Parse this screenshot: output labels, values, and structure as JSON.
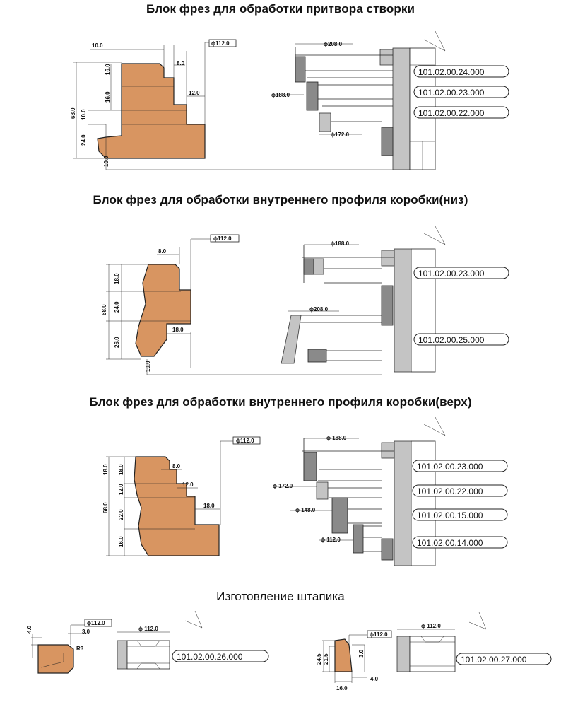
{
  "sections": [
    {
      "title": "Блок фрез для обработки притвора створки",
      "dims": [
        "10.0",
        "8.0",
        "16.0",
        "16.0",
        "12.0",
        "10.0",
        "68.0",
        "24.0",
        "10.0"
      ],
      "diameters": [
        "ϕ112.0",
        "ϕ208.0",
        "ϕ188.0",
        "ϕ172.0"
      ],
      "codes": [
        "101.02.00.24.000",
        "101.02.00.23.000",
        "101.02.00.22.000"
      ]
    },
    {
      "title": "Блок фрез для обработки внутреннего профиля коробки(низ)",
      "dims": [
        "8.0",
        "18.0",
        "24.0",
        "68.0",
        "18.0",
        "26.0",
        "10.0"
      ],
      "diameters": [
        "ϕ112.0",
        "ϕ188.0",
        "ϕ208.0"
      ],
      "codes": [
        "101.02.00.23.000",
        "101.02.00.25.000"
      ]
    },
    {
      "title": "Блок фрез для обработки внутреннего профиля коробки(верх)",
      "dims": [
        "18.0",
        "18.0",
        "8.0",
        "12.0",
        "12.0",
        "68.0",
        "22.0",
        "18.0",
        "16.0"
      ],
      "diameters": [
        "ϕ112.0",
        "ϕ 188.0",
        "ϕ 172.0",
        "ϕ 148.0",
        "ϕ 112.0"
      ],
      "codes": [
        "101.02.00.23.000",
        "101.02.00.22.000",
        "101.02.00.15.000",
        "101.02.00.14.000"
      ]
    },
    {
      "title": "Изготовление штапика",
      "dims": [
        "4.0",
        "3.0",
        "R3",
        "24.5",
        "21.5",
        "3.0",
        "16.0",
        "4.0"
      ],
      "diameters": [
        "ϕ112.0",
        "ϕ 112.0",
        "ϕ112.0",
        "ϕ 112.0"
      ],
      "codes": [
        "101.02.00.26.000",
        "101.02.00.27.000"
      ]
    }
  ]
}
